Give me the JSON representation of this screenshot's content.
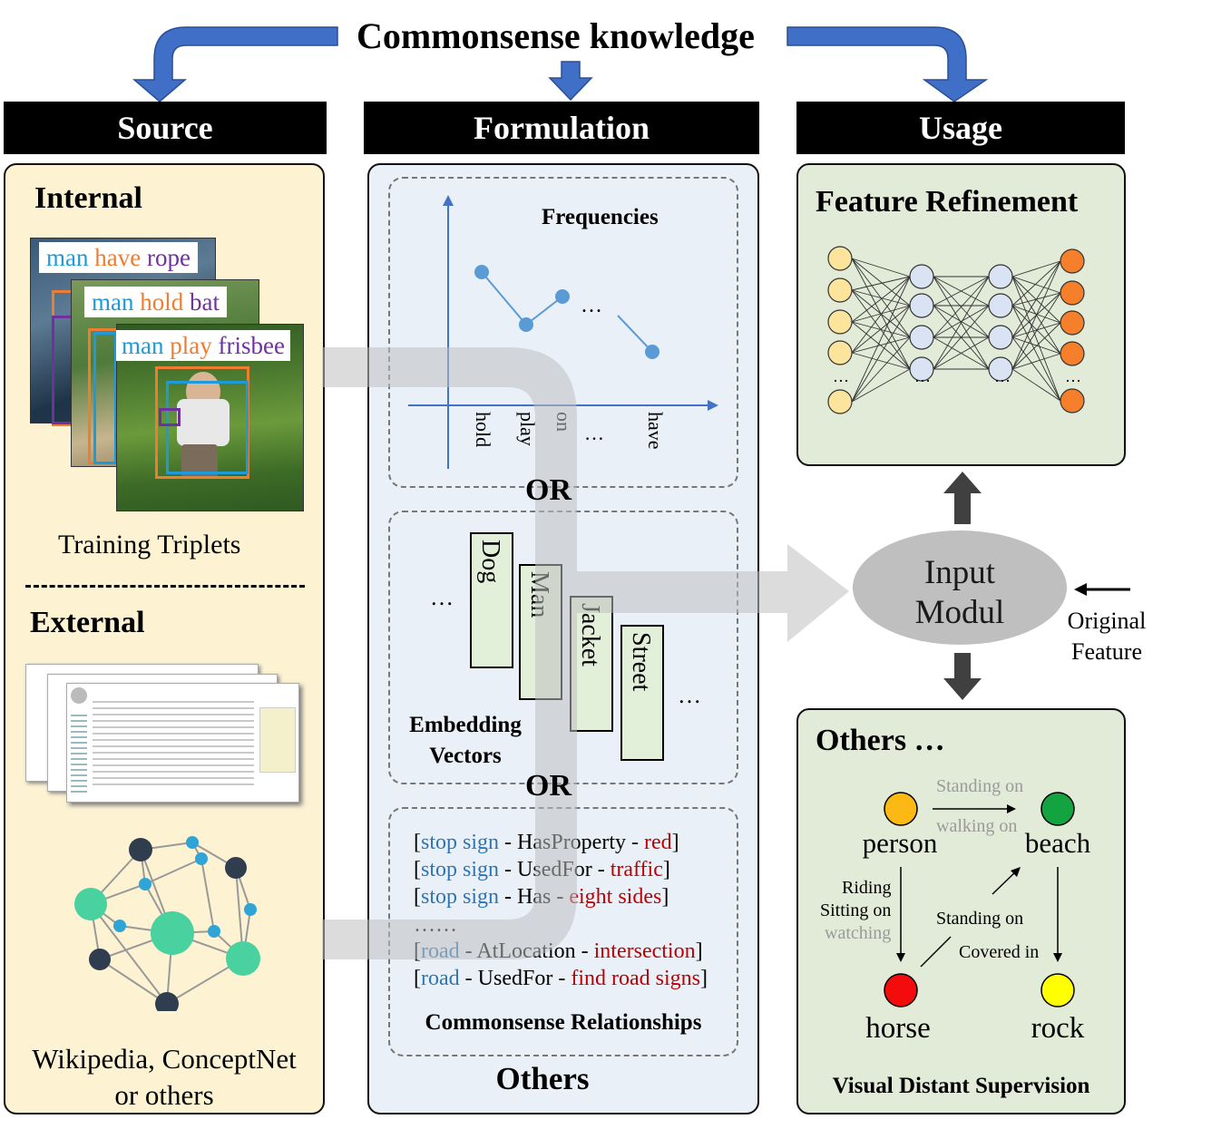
{
  "title": "Commonsense knowledge",
  "headers": {
    "source": "Source",
    "formulation": "Formulation",
    "usage": "Usage"
  },
  "source": {
    "internal_title": "Internal",
    "triplets": [
      {
        "s": "man",
        "p": "have",
        "o": "rope"
      },
      {
        "s": "man",
        "p": "hold",
        "o": "bat"
      },
      {
        "s": "man",
        "p": "play",
        "o": "frisbee"
      }
    ],
    "internal_caption": "Training Triplets",
    "external_title": "External",
    "external_caption_line1": "Wikipedia, ConceptNet",
    "external_caption_line2": "or others"
  },
  "formulation": {
    "freq_title": "Frequencies",
    "freq_labels": [
      "hold",
      "play",
      "on",
      "…",
      "have"
    ],
    "freq_ellipsis": "…",
    "or1": "OR",
    "emb_words": [
      "Dog",
      "Man",
      "Jacket",
      "Street"
    ],
    "emb_left_ellipsis": "…",
    "emb_right_ellipsis": "…",
    "emb_title_line1": "Embedding",
    "emb_title_line2": "Vectors",
    "or2": "OR",
    "relations": [
      {
        "h": "stop sign",
        "r": "HasProperty",
        "t": "red"
      },
      {
        "h": "stop sign",
        "r": "UsedFor",
        "t": "traffic"
      },
      {
        "h": "stop sign",
        "r": "Has",
        "t": "eight sides"
      },
      {
        "h": "road",
        "r": "AtLocation",
        "t": "intersection"
      },
      {
        "h": "road",
        "r": "UsedFor",
        "t": "find road signs"
      }
    ],
    "rel_ellipsis": "……",
    "rel_title": "Commonsense Relationships",
    "others": "Others"
  },
  "usage": {
    "feature_title": "Feature Refinement",
    "nn_ellipsis": "…",
    "input_line1": "Input",
    "input_line2": "Modul",
    "orig_line1": "Original",
    "orig_line2": "Feature",
    "others_title": "Others …",
    "nodes": {
      "person": "person",
      "beach": "beach",
      "horse": "horse",
      "rock": "rock"
    },
    "edge_standing_on_top": "Standing on",
    "edge_walking_on": "walking on",
    "edge_riding": "Riding",
    "edge_sitting_on": "Sitting on",
    "edge_watching": "watching",
    "edge_standing_on_mid": "Standing on",
    "edge_covered_in": "Covered in",
    "vds_title": "Visual Distant Supervision"
  },
  "colors": {
    "header_bg": "#000000",
    "source_bg": "#fdf3d3",
    "formulation_bg": "#e9f0f8",
    "usage_bg": "#e2ead8",
    "arrow_blue": "#3f6fc6",
    "subject_blue": "#1f9ad8",
    "predicate_orange": "#ef7d31",
    "object_purple": "#7030a0",
    "rel_head_blue": "#2e75b6",
    "rel_tail_red": "#c00000",
    "node_person": "#fcb914",
    "node_beach": "#13a340",
    "node_horse": "#f40b0b",
    "node_rock": "#ffff00"
  }
}
